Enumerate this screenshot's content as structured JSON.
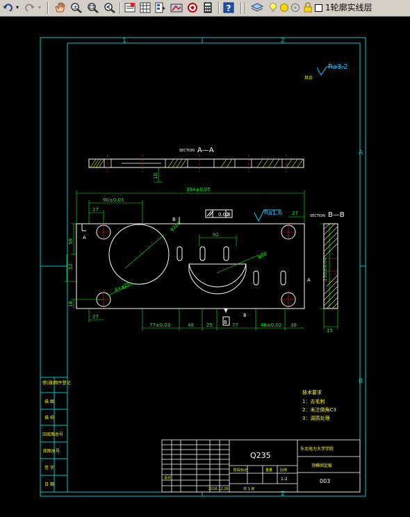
{
  "toolbar": {
    "layer_name": "1轮廓实线层",
    "icons": [
      "undo-icon",
      "redo-icon",
      "pan-icon",
      "zoom-realtime-icon",
      "zoom-window-icon",
      "zoom-previous-icon",
      "properties-icon",
      "design-center-icon",
      "tool-palettes-icon",
      "markup-icon",
      "calculator-icon",
      "help-icon",
      "layers-icon",
      "bulb-icon",
      "sun-icon",
      "freeze-icon",
      "lock-icon"
    ]
  },
  "colors": {
    "frame": "#00c8c8",
    "outline": "#ffffff",
    "dimension": "#00ff00",
    "center": "#ff2020",
    "symbol": "#00c8ff",
    "note": "#ffff00",
    "background": "#000000"
  },
  "drawing": {
    "zone_top_left": "1",
    "zone_top_right": "2",
    "zone_bottom_right": "2",
    "zone_side_a": "A",
    "zone_side_b": "B",
    "roughness_general": "Ra3.2",
    "roughness_general_prefix": "其余",
    "section_aa_prefix": "SECTION",
    "section_aa_label": "A—A",
    "section_bb_prefix": "SECTION",
    "section_bb_label": "B—B",
    "dims": {
      "overall_width": "394±0.05",
      "top_left_90": "90±0.03",
      "d27_a": "27",
      "d27_b": "27",
      "d27_c": "27",
      "d92": "92",
      "phi100": "φ100",
      "phi80": "φ80",
      "d4phi25": "4×φ25",
      "d59": "59",
      "d52": "52",
      "d18": "18",
      "d10": "10",
      "d77_03": "77±0.03",
      "d48": "48",
      "d25": "25",
      "d77": "77",
      "d48_02": "48±0.02",
      "d38": "38",
      "d130": "130±0.04",
      "d15": "15",
      "tolerance": "0.02",
      "datum": "B",
      "ra16": "Ra1.6",
      "section_mark_a1": "A",
      "section_mark_a2": "A",
      "section_mark_b1": "B",
      "section_mark_b2": "B",
      "cut_depth": "8"
    },
    "tech_req_title": "技术要求",
    "tech_req": [
      "1：去毛刺",
      "2：未注倒角C3",
      "3：调质处理"
    ],
    "left_column": [
      "借(通)用件登记",
      "描 图",
      "描 校",
      "旧底图总号",
      "底图总号",
      "签 字",
      "日 期"
    ],
    "title_block": {
      "material": "Q235",
      "company": "东北电力大学学院",
      "part_name": "顶模固定板",
      "drawing_no": "003",
      "scale": "1:2",
      "stage_label": "阶段标记",
      "weight_label": "重量",
      "scale_label": "比例",
      "designer": "设计",
      "sheet_info": "共 1 张",
      "date": "2016.12.26"
    }
  }
}
